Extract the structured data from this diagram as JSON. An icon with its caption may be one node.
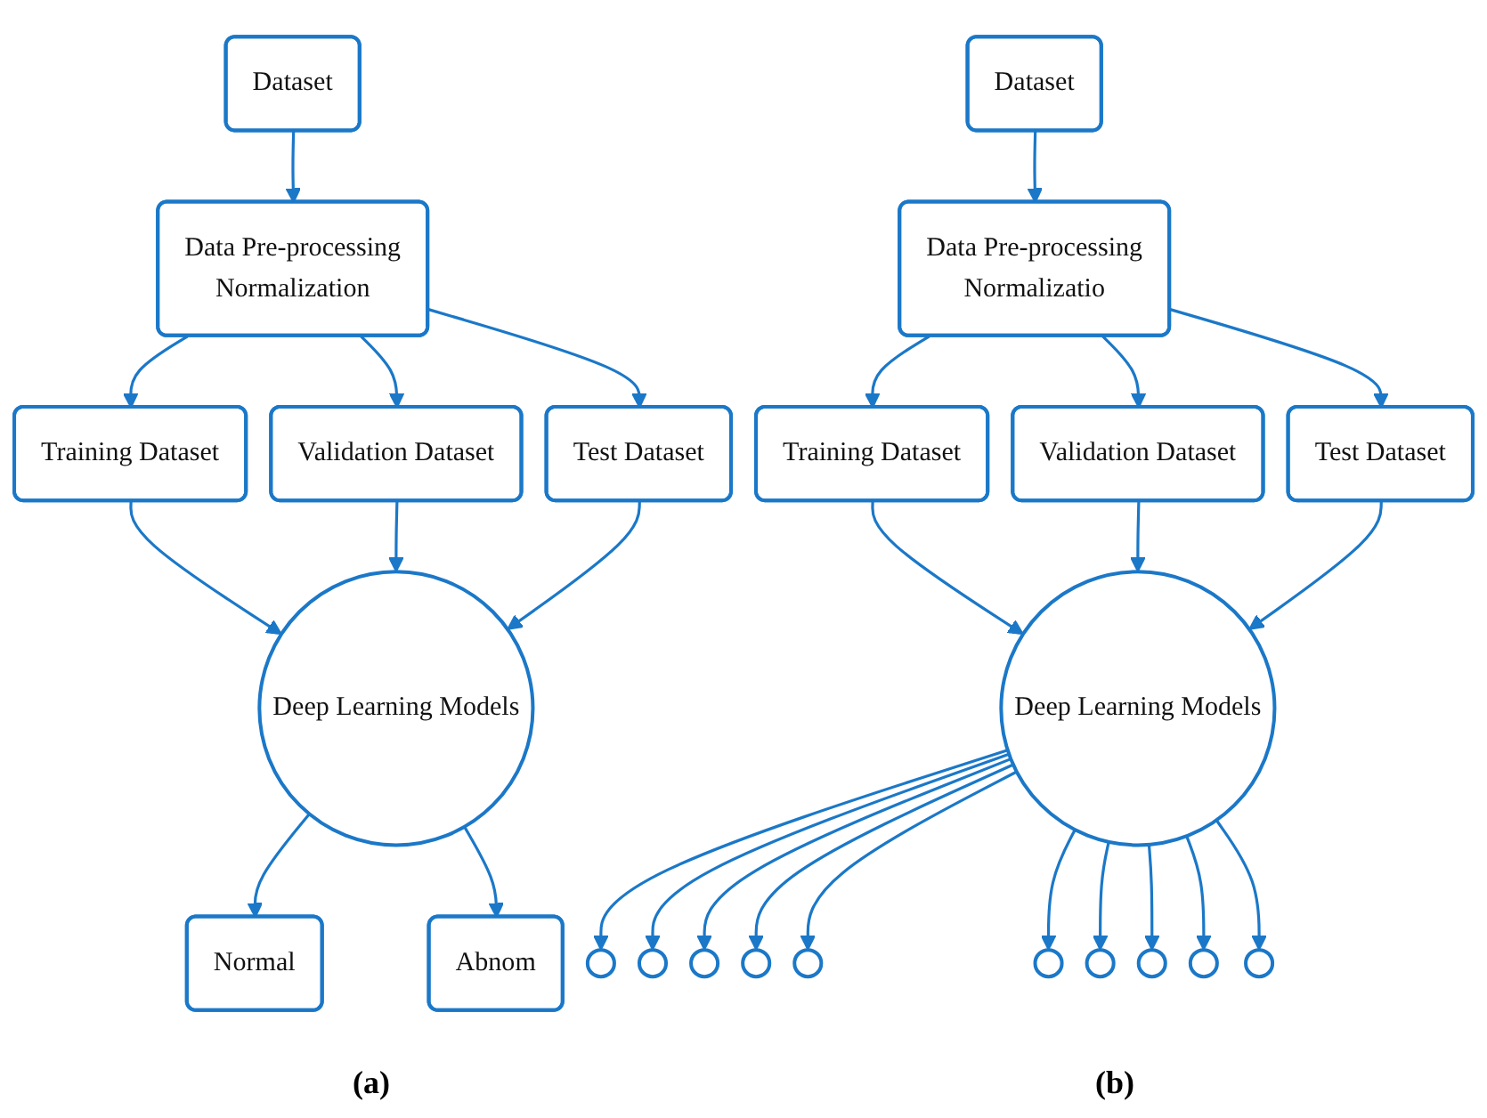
{
  "diagram": {
    "nodes": [
      {
        "text": [
          "Dataset"
        ]
      },
      {
        "text": [
          "Data Pre-processing",
          "Normalization"
        ]
      },
      {
        "text": [
          "Training Dataset"
        ]
      },
      {
        "text": [
          "Validation Dataset"
        ]
      },
      {
        "text": [
          "Test Dataset"
        ]
      },
      {
        "text": [
          "Deep Learning Models"
        ]
      },
      {
        "text": [
          "Normal"
        ]
      },
      {
        "text": [
          "Abnom"
        ]
      },
      {
        "text": [
          "Dataset"
        ]
      },
      {
        "text": [
          "Data Pre-processing",
          "Normalizatio"
        ]
      },
      {
        "text": [
          "Training Dataset"
        ]
      },
      {
        "text": [
          "Validation Dataset"
        ]
      },
      {
        "text": [
          "Test Dataset"
        ]
      },
      {
        "text": [
          "Deep Learning Models"
        ]
      },
      {
        "text": [],
        "shape": "circle"
      },
      {
        "text": [],
        "shape": "circle"
      },
      {
        "text": [],
        "shape": "circle"
      },
      {
        "text": [],
        "shape": "circle"
      },
      {
        "text": [],
        "shape": "circle"
      },
      {
        "text": [],
        "shape": "circle"
      },
      {
        "text": [],
        "shape": "circle"
      },
      {
        "text": [],
        "shape": "circle"
      },
      {
        "text": [],
        "shape": "circle"
      },
      {
        "text": [],
        "shape": "circle"
      }
    ],
    "edges": [
      {
        "from": 0,
        "to": 1,
        "arrow": "to"
      },
      {
        "from": 1,
        "to": 2,
        "arrow": "to"
      },
      {
        "from": 1,
        "to": 3,
        "arrow": "to"
      },
      {
        "from": 1,
        "to": 4,
        "arrow": "to"
      },
      {
        "from": 2,
        "to": 5,
        "arrow": "to"
      },
      {
        "from": 3,
        "to": 5,
        "arrow": "to"
      },
      {
        "from": 4,
        "to": 5,
        "arrow": "to"
      },
      {
        "from": 5,
        "to": 6,
        "arrow": "to"
      },
      {
        "from": 5,
        "to": 7,
        "arrow": "to"
      },
      {
        "from": 8,
        "to": 9,
        "arrow": "to"
      },
      {
        "from": 9,
        "to": 10,
        "arrow": "to"
      },
      {
        "from": 9,
        "to": 11,
        "arrow": "to"
      },
      {
        "from": 9,
        "to": 12,
        "arrow": "to"
      },
      {
        "from": 10,
        "to": 13,
        "arrow": "to"
      },
      {
        "from": 11,
        "to": 13,
        "arrow": "to"
      },
      {
        "from": 12,
        "to": 13,
        "arrow": "to"
      },
      {
        "from": 13,
        "to": 14,
        "arrow": "to"
      },
      {
        "from": 13,
        "to": 15,
        "arrow": "to"
      },
      {
        "from": 13,
        "to": 16,
        "arrow": "to"
      },
      {
        "from": 13,
        "to": 17,
        "arrow": "to"
      },
      {
        "from": 13,
        "to": 18,
        "arrow": "to"
      },
      {
        "from": 13,
        "to": 19,
        "arrow": "to"
      },
      {
        "from": 13,
        "to": 20,
        "arrow": "to"
      },
      {
        "from": 13,
        "to": 21,
        "arrow": "to"
      },
      {
        "from": 13,
        "to": 22,
        "arrow": "to"
      },
      {
        "from": 13,
        "to": 23,
        "arrow": "to"
      }
    ],
    "labels": [
      "(a)",
      "(b)"
    ]
  }
}
